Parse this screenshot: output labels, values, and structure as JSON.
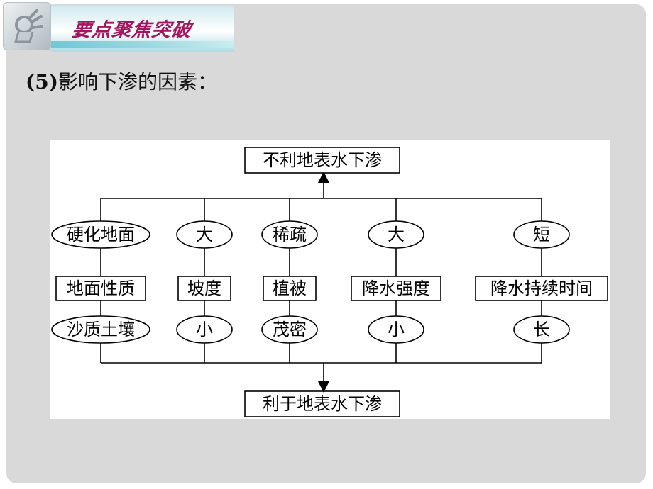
{
  "header": {
    "banner_title": "要点聚焦突破"
  },
  "section": {
    "index": "(5)",
    "title": "影响下渗的因素："
  },
  "diagram": {
    "top_result": "不利地表水下渗",
    "bottom_result": "利于地表水下渗",
    "factors": [
      {
        "name": "地面性质",
        "unfavorable": "硬化地面",
        "favorable": "沙质土壤"
      },
      {
        "name": "坡度",
        "unfavorable": "大",
        "favorable": "小"
      },
      {
        "name": "植被",
        "unfavorable": "稀疏",
        "favorable": "茂密"
      },
      {
        "name": "降水强度",
        "unfavorable": "大",
        "favorable": "小"
      },
      {
        "name": "降水持续时间",
        "unfavorable": "短",
        "favorable": "长"
      }
    ]
  },
  "colors": {
    "banner_text": "#a5145e",
    "slide_background": "#d9d9d9"
  }
}
